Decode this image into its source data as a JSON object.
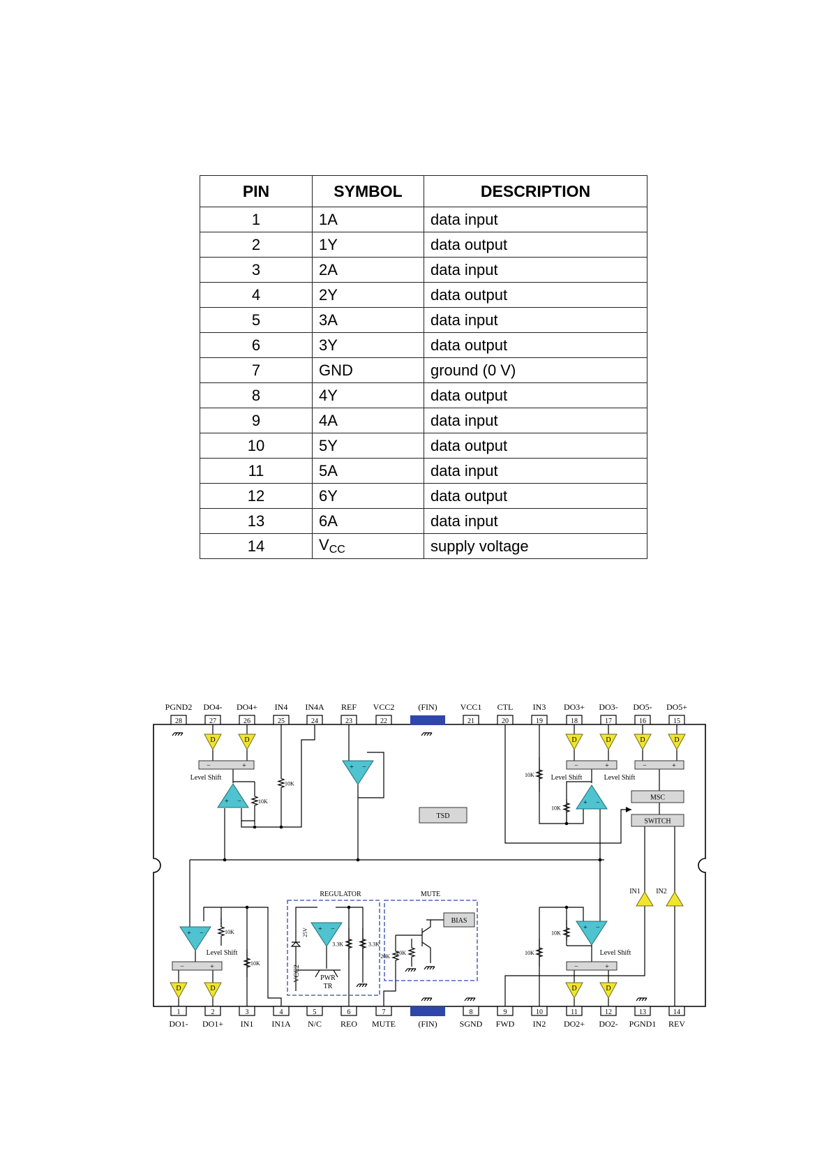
{
  "pin_table": {
    "headers": [
      "PIN",
      "SYMBOL",
      "DESCRIPTION"
    ],
    "rows": [
      {
        "pin": "1",
        "symbol": "1A",
        "description": "data input"
      },
      {
        "pin": "2",
        "symbol": "1Y",
        "description": "data output"
      },
      {
        "pin": "3",
        "symbol": "2A",
        "description": "data input"
      },
      {
        "pin": "4",
        "symbol": "2Y",
        "description": "data output"
      },
      {
        "pin": "5",
        "symbol": "3A",
        "description": "data input"
      },
      {
        "pin": "6",
        "symbol": "3Y",
        "description": "data output"
      },
      {
        "pin": "7",
        "symbol": "GND",
        "description": "ground (0 V)"
      },
      {
        "pin": "8",
        "symbol": "4Y",
        "description": "data output"
      },
      {
        "pin": "9",
        "symbol": "4A",
        "description": "data input"
      },
      {
        "pin": "10",
        "symbol": "5Y",
        "description": "data output"
      },
      {
        "pin": "11",
        "symbol": "5A",
        "description": "data input"
      },
      {
        "pin": "12",
        "symbol": "6Y",
        "description": "data output"
      },
      {
        "pin": "13",
        "symbol": "6A",
        "description": "data input"
      },
      {
        "pin": "14",
        "symbol": "V",
        "symbol_sub": "CC",
        "description": "supply voltage"
      }
    ]
  },
  "block_diagram": {
    "top_pins": [
      {
        "num": "28",
        "label": "PGND2"
      },
      {
        "num": "27",
        "label": "DO4-"
      },
      {
        "num": "26",
        "label": "DO4+"
      },
      {
        "num": "25",
        "label": "IN4"
      },
      {
        "num": "24",
        "label": "IN4A"
      },
      {
        "num": "23",
        "label": "REF"
      },
      {
        "num": "22",
        "label": "VCC2"
      },
      {
        "num": "",
        "label": "(FIN)"
      },
      {
        "num": "21",
        "label": "VCC1"
      },
      {
        "num": "20",
        "label": "CTL"
      },
      {
        "num": "19",
        "label": "IN3"
      },
      {
        "num": "18",
        "label": "DO3+"
      },
      {
        "num": "17",
        "label": "DO3-"
      },
      {
        "num": "16",
        "label": "DO5-"
      },
      {
        "num": "15",
        "label": "DO5+"
      }
    ],
    "bottom_pins": [
      {
        "num": "1",
        "label": "DO1-"
      },
      {
        "num": "2",
        "label": "DO1+"
      },
      {
        "num": "3",
        "label": "IN1"
      },
      {
        "num": "4",
        "label": "IN1A"
      },
      {
        "num": "5",
        "label": "N/C"
      },
      {
        "num": "6",
        "label": "REO"
      },
      {
        "num": "7",
        "label": "MUTE"
      },
      {
        "num": "",
        "label": "(FIN)"
      },
      {
        "num": "8",
        "label": "SGND"
      },
      {
        "num": "9",
        "label": "FWD"
      },
      {
        "num": "10",
        "label": "IN2"
      },
      {
        "num": "11",
        "label": "DO2+"
      },
      {
        "num": "12",
        "label": "DO2-"
      },
      {
        "num": "13",
        "label": "PGND1"
      },
      {
        "num": "14",
        "label": "REV"
      }
    ],
    "labels": {
      "level_shift": "Level Shift",
      "resistor_10k": "10K",
      "resistor_3_3k": "3.3K",
      "resistor_20k": "20K",
      "zener_25v": "25V",
      "tsd": "TSD",
      "msc": "MSC",
      "switch": "SWITCH",
      "regulator": "REGULATOR",
      "mute": "MUTE",
      "bias": "BIAS",
      "pwr": "PWR",
      "tr": "TR",
      "vcc2": "VCC2",
      "in1": "IN1",
      "in2": "IN2",
      "d": "D",
      "minus": "−",
      "plus": "+"
    },
    "colors": {
      "driver_yellow": "#f1e52c",
      "amp_cyan": "#4fc3cf",
      "fin_blue": "#2f47a8",
      "box_grey": "#d7d7d7",
      "dash_blue": "#2f47a8"
    }
  }
}
